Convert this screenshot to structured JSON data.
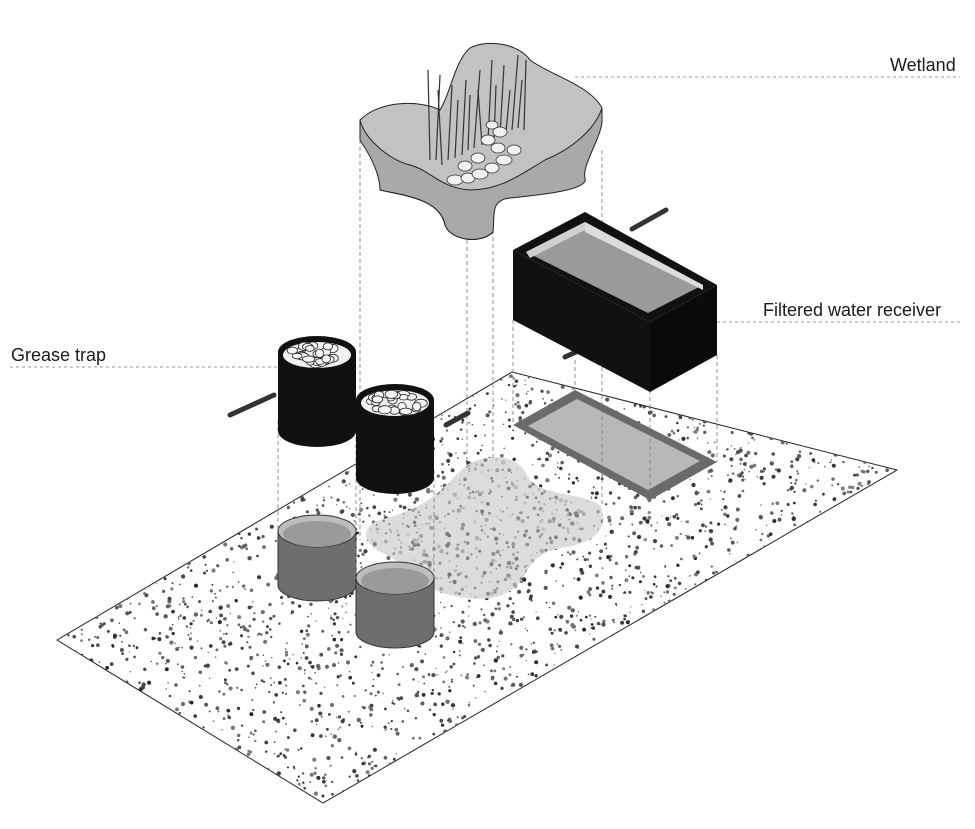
{
  "labels": {
    "wetland": "Wetland",
    "filtered_water_receiver": "Filtered water receiver",
    "grease_trap": "Grease trap"
  },
  "colors": {
    "ink": "#111111",
    "ground_speckle": "#555555",
    "wetland_fill": "#aaaaaa",
    "footprint_fill": "#777777",
    "leader_line": "#777777"
  }
}
